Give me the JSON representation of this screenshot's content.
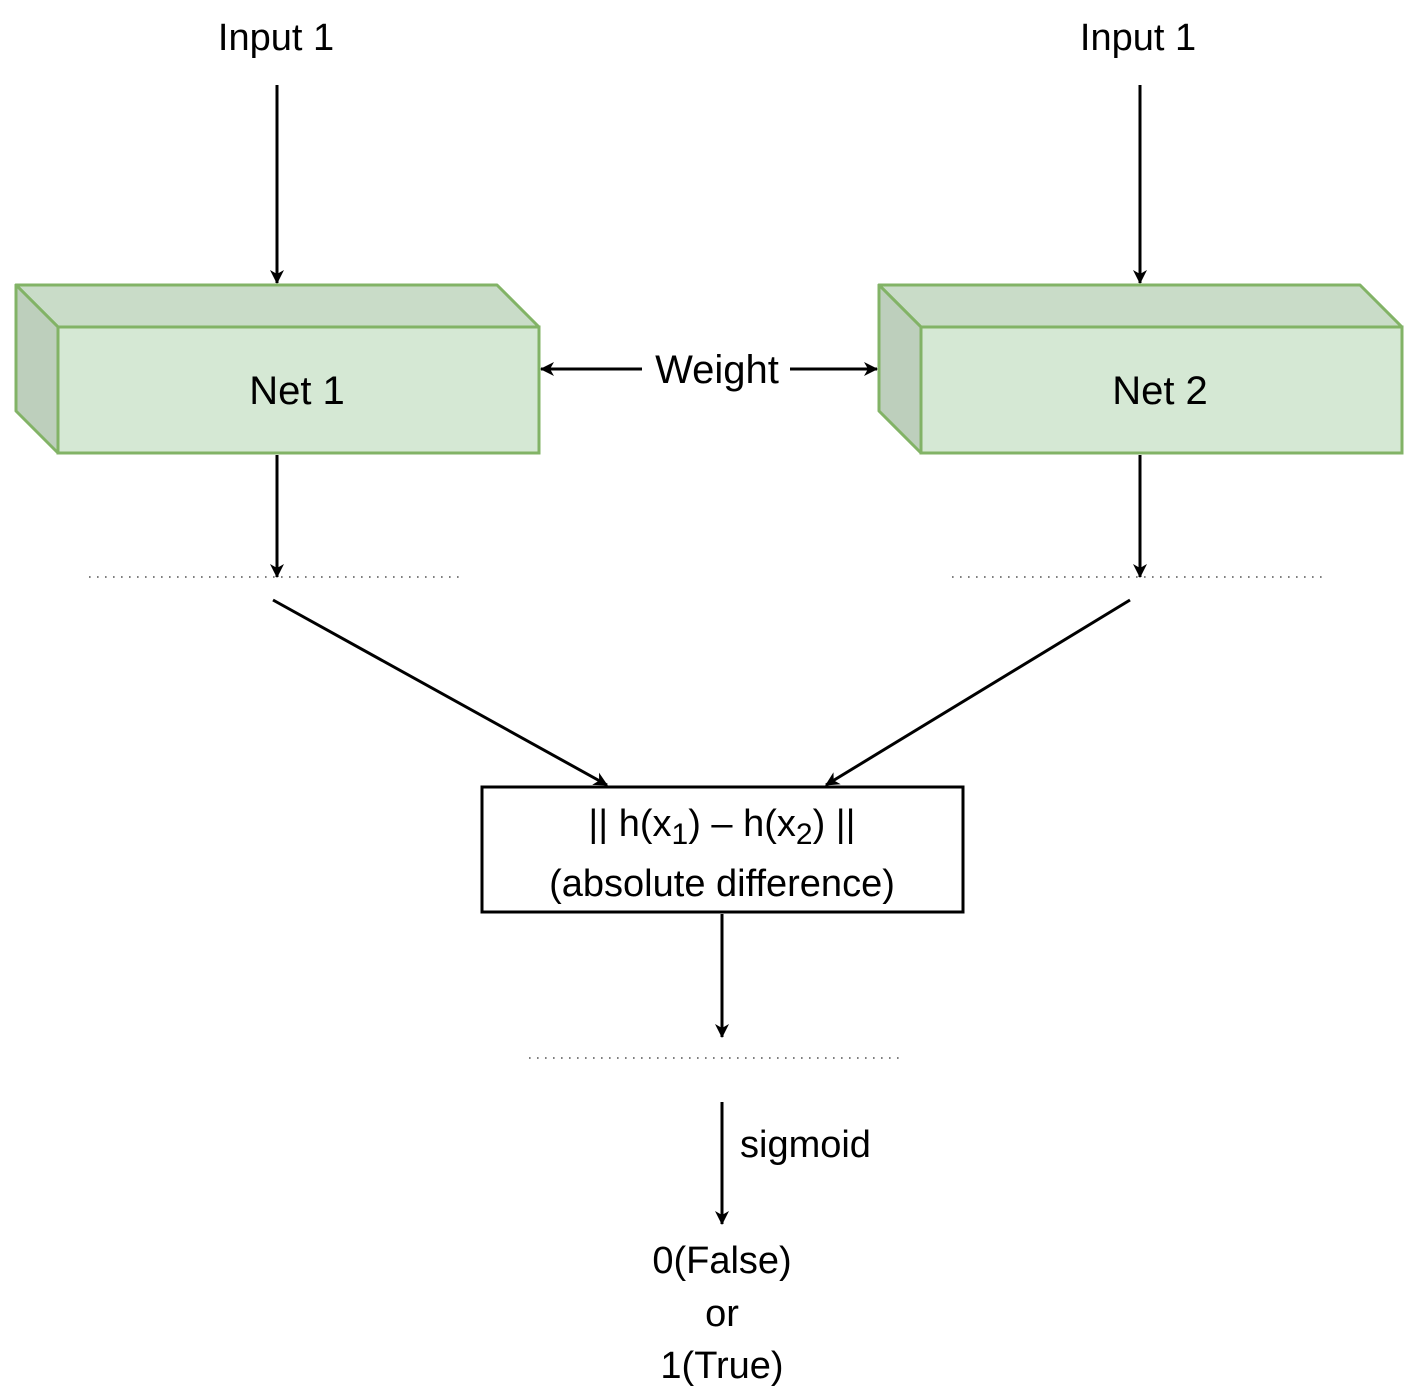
{
  "inputs": {
    "left": "Input 1",
    "right": "Input 1"
  },
  "networks": {
    "left": "Net 1",
    "right": "Net 2"
  },
  "shared_link": {
    "label": "Weight"
  },
  "distance": {
    "formula": {
      "prefix": "|| h(x",
      "sub1": "1",
      "middle": ") – h(x",
      "sub2": "2",
      "suffix": ") ||"
    },
    "description": "(absolute difference)"
  },
  "activation": {
    "label": "sigmoid"
  },
  "output": {
    "line1": "0(False)",
    "line2": "or",
    "line3": "1(True)"
  },
  "colors": {
    "net_front": "#d5e8d4",
    "net_top": "#c9dcc8",
    "net_side": "#bdcfbc",
    "net_stroke": "#82b366",
    "line": "#000000",
    "dotted": "#555555",
    "background": "#ffffff"
  }
}
